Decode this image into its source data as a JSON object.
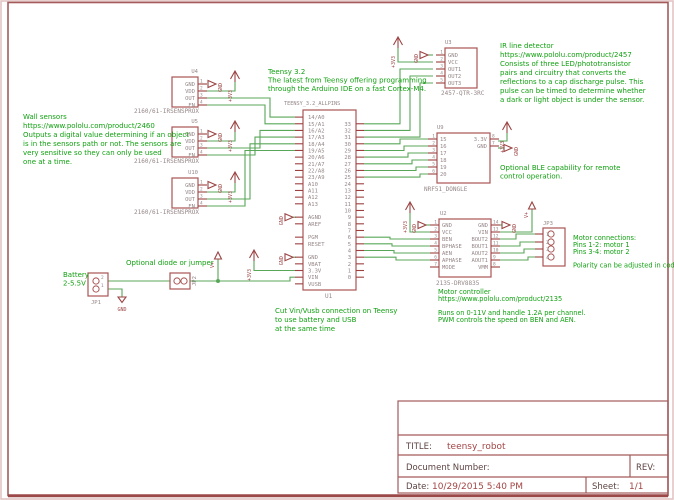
{
  "title_block": {
    "title_label": "TITLE:",
    "title_value": "teensy_robot",
    "document_label": "Document Number:",
    "rev_label": "REV:",
    "date_label": "Date:",
    "date_value": "10/29/2015 5:40 PM",
    "sheet_label": "Sheet:",
    "sheet_value": "1/1"
  },
  "annotations": [
    {
      "id": "wall-sensors-note",
      "text": "Wall sensors\nhttps://www.pololu.com/product/2460\nOutputs a digital value determining if an object\nis in the sensors path or not. The sensors are\nvery sensitive so they can only be used\none at a time."
    },
    {
      "id": "teensy-note",
      "text": "Teensy 3.2\nThe latest from Teensy offering programming\nthrough the Arduino IDE on a fast Cortex-M4."
    },
    {
      "id": "ir-line-note",
      "text": "IR line detector\nhttps://www.pololu.com/product/2457\nConsists of three LED/phototransistor\npairs and circuitry that converts the\nreflections to a cap discharge pulse. This\npulse can be timed to determine whether\na dark or light object is under the sensor."
    },
    {
      "id": "ble-note",
      "text": "Optional BLE capability for remote\ncontrol operation."
    },
    {
      "id": "motor-connections-note",
      "text": "Motor connections:\nPins 1-2: motor 1\nPins 3-4: motor 2\n\nPolarity can be adjusted in code."
    },
    {
      "id": "motor-controller-note",
      "text": "Motor controller\nhttps://www.pololu.com/product/2135\n\nRuns on 0-11V and handle 1.2A per channel.\nPWM controls the speed on BEN and AEN."
    },
    {
      "id": "cut-vin-note",
      "text": "Cut Vin/Vusb connection on Teensy\nto use battery and USB\nat the same time"
    },
    {
      "id": "battery-note",
      "text": "Battery\n2-5.5V"
    },
    {
      "id": "diode-note",
      "text": "Optional diode or jumper"
    }
  ],
  "components": [
    {
      "id": "u4",
      "ref": "U4",
      "value": "2160/61-IRSENSPROX",
      "pins_right": [
        {
          "name": "GND",
          "num": "1"
        },
        {
          "name": "VDD",
          "num": "2"
        },
        {
          "name": "OUT",
          "num": "3"
        },
        {
          "name": "EN",
          "num": "4"
        }
      ]
    },
    {
      "id": "u5",
      "ref": "U5",
      "value": "2160/61-IRSENSPROX",
      "pins_right": [
        {
          "name": "GND",
          "num": "1"
        },
        {
          "name": "VDD",
          "num": "2"
        },
        {
          "name": "OUT",
          "num": "3"
        },
        {
          "name": "EN",
          "num": "4"
        }
      ]
    },
    {
      "id": "u10",
      "ref": "U10",
      "value": "2160/61-IRSENSPROX",
      "pins_right": [
        {
          "name": "GND",
          "num": "1"
        },
        {
          "name": "VDD",
          "num": "2"
        },
        {
          "name": "OUT",
          "num": "3"
        },
        {
          "name": "EN",
          "num": "4"
        }
      ]
    },
    {
      "id": "u3",
      "ref": "U3",
      "value": "2457-QTR-3RC",
      "pins_left": [
        {
          "name": "GND",
          "num": "1"
        },
        {
          "name": "VCC",
          "num": "2"
        },
        {
          "name": "OUT1",
          "num": "3"
        },
        {
          "name": "OUT2",
          "num": "4"
        },
        {
          "name": "OUT3",
          "num": "5"
        }
      ]
    },
    {
      "id": "u9",
      "ref": "U9",
      "value": "NRF51_DONGLE",
      "pins_left": [
        {
          "name": "15",
          "num": "1"
        },
        {
          "name": "16",
          "num": "2"
        },
        {
          "name": "17",
          "num": "3"
        },
        {
          "name": "18",
          "num": "4"
        },
        {
          "name": "19",
          "num": "5"
        },
        {
          "name": "20",
          "num": "6"
        }
      ],
      "pins_right": [
        {
          "name": "3.3V",
          "num": "8"
        },
        {
          "name": "GND",
          "num": "7"
        }
      ]
    },
    {
      "id": "u2",
      "ref": "U2",
      "value": "2135-DRV8835",
      "pins_left": [
        {
          "name": "GND",
          "num": "1"
        },
        {
          "name": "VCC",
          "num": "2"
        },
        {
          "name": "BEN",
          "num": "3"
        },
        {
          "name": "BPHASE",
          "num": "4"
        },
        {
          "name": "AEN",
          "num": "5"
        },
        {
          "name": "APHASE",
          "num": "6"
        },
        {
          "name": "MODE",
          "num": "7"
        }
      ],
      "pins_right": [
        {
          "name": "GND",
          "num": "14"
        },
        {
          "name": "VIN",
          "num": "13"
        },
        {
          "name": "BOUT2",
          "num": "12"
        },
        {
          "name": "BOUT1",
          "num": "11"
        },
        {
          "name": "AOUT2",
          "num": "10"
        },
        {
          "name": "AOUT1",
          "num": "9"
        },
        {
          "name": "VMM",
          "num": "8"
        }
      ]
    },
    {
      "id": "u1",
      "ref": "U1",
      "value": "TEENSY_3.2_ALLPINS",
      "rows_left": [
        "14/A0",
        "15/A1",
        "16/A2",
        "17/A3",
        "18/A4",
        "19/A5",
        "20/A6",
        "21/A7",
        "22/A8",
        "23/A9",
        "A10",
        "A11",
        "A12",
        "A13",
        "",
        "AGND",
        "AREF",
        "",
        "PGM",
        "RESET",
        "",
        "GND",
        "VBAT",
        "3.3V",
        "VIN",
        "VUSB"
      ],
      "rows_right": [
        "",
        "33",
        "32",
        "31",
        "30",
        "29",
        "28",
        "27",
        "26",
        "25",
        "24",
        "13",
        "12",
        "11",
        "10",
        "9",
        "8",
        "7",
        "6",
        "5",
        "4",
        "3",
        "2",
        "1",
        "0",
        ""
      ]
    },
    {
      "id": "jp1",
      "ref": "JP1",
      "pin_nums": [
        "2",
        "1"
      ]
    },
    {
      "id": "jp2",
      "ref": "JP2",
      "pin_nums": []
    },
    {
      "id": "jp3",
      "ref": "JP3",
      "pin_nums": [
        "1",
        "2",
        "3",
        "4"
      ]
    }
  ],
  "power": [
    {
      "id": "pw-3v3-u4",
      "label": "+3V3"
    },
    {
      "id": "pw-3v3-u5",
      "label": "+3V3"
    },
    {
      "id": "pw-3v3-u10",
      "label": "+3V3"
    },
    {
      "id": "pw-3v3-teensy",
      "label": "+3V3"
    },
    {
      "id": "pw-3v3-u3",
      "label": "+3V3"
    },
    {
      "id": "pw-3v3-u9",
      "label": "+3V3"
    },
    {
      "id": "pw-3v3-u2",
      "label": "+3V3"
    },
    {
      "id": "gnd-u4",
      "label": "GND"
    },
    {
      "id": "gnd-u5",
      "label": "GND"
    },
    {
      "id": "gnd-u10",
      "label": "GND"
    },
    {
      "id": "gnd-teensy-agnd",
      "label": "GND"
    },
    {
      "id": "gnd-teensy-gnd",
      "label": "GND"
    },
    {
      "id": "gnd-u3",
      "label": "GND"
    },
    {
      "id": "gnd-u9",
      "label": "GND"
    },
    {
      "id": "gnd-u2-left",
      "label": "GND"
    },
    {
      "id": "gnd-u2-right",
      "label": "GND"
    },
    {
      "id": "gnd-batt",
      "label": "GND"
    },
    {
      "id": "vplus-batt",
      "label": "V+"
    },
    {
      "id": "vplus-u2",
      "label": "V+"
    }
  ],
  "colors": {
    "wire": "#58a758",
    "annotation": "#12a112",
    "component": "#a95454",
    "stub": "#9d4040",
    "pin_text": "#958687",
    "net_label": "#9c4343",
    "frame": "#a35b5b"
  }
}
